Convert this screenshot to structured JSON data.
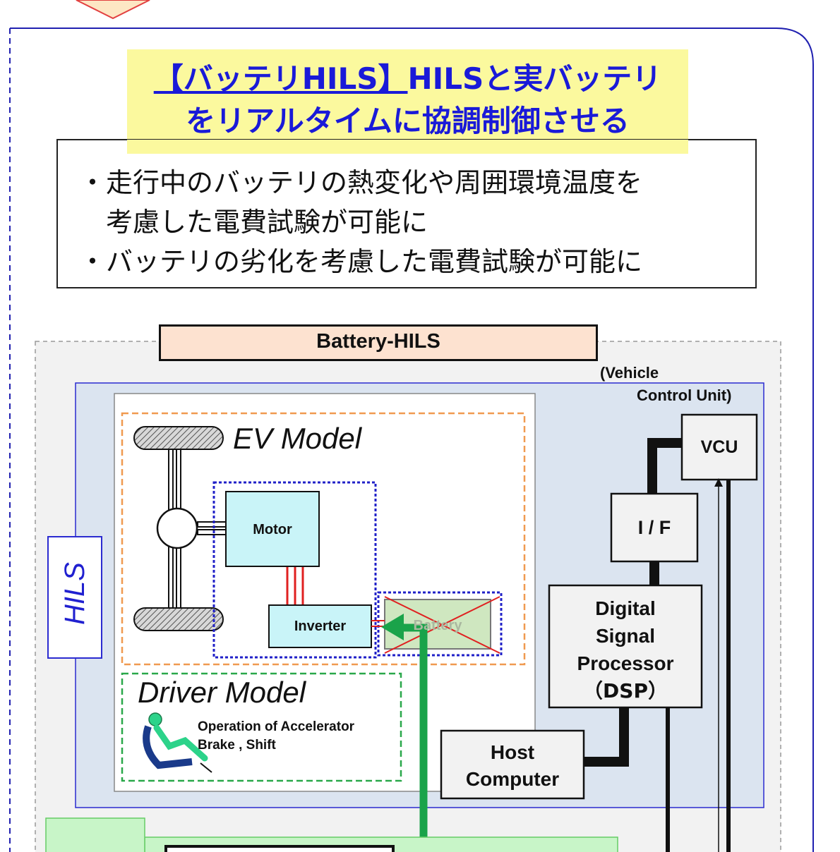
{
  "title": {
    "line1_bracket": "【バッテリHILS】",
    "line1_rest": "HILSと実バッテリ",
    "line2": "をリアルタイムに協調制御させる"
  },
  "bullets": [
    "・走行中のバッテリの熱変化や周囲環境温度を",
    "　考慮した電費試験が可能に",
    "・バッテリの劣化を考慮した電費試験が可能に"
  ],
  "diagram": {
    "battery_hils_label": "Battery-HILS",
    "hils_label": "HILS",
    "vcu_caption_line1": "(Vehicle",
    "vcu_caption_line2": "Control Unit)",
    "vcu": "VCU",
    "if": "I / F",
    "dsp_lines": [
      "Digital",
      "Signal",
      "Processor",
      "（DSP）"
    ],
    "host_lines": [
      "Host",
      "Computer"
    ],
    "ev_model": "EV Model",
    "motor": "Motor",
    "inverter": "Inverter",
    "battery": "Battery",
    "driver_model": "Driver Model",
    "driver_ops_line1": "Operation of Accelerator",
    "driver_ops_line2": "Brake , Shift"
  },
  "colors": {
    "title_bg": "#fbf99e",
    "title_text": "#1a1ad8",
    "hils_bg": "#dbe4f0",
    "component_fill": "#c9f4f8",
    "battery_label_bg": "#fde2d0",
    "green_arrow": "#1aa34a",
    "ev_border": "#f09a50",
    "driver_border": "#2aa84a"
  }
}
